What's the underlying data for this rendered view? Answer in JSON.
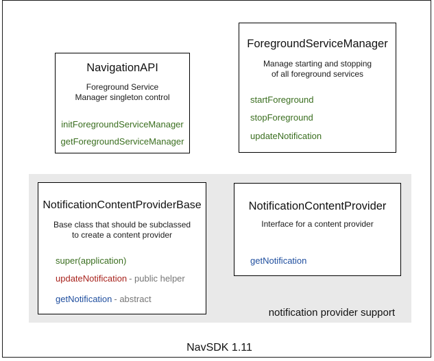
{
  "diagram": {
    "footer": "NavSDK 1.11",
    "panel_caption": "notification provider support"
  },
  "colors": {
    "method_green": "#3a6e1f",
    "method_red": "#a8231d",
    "method_blue": "#1f4e9e",
    "annotation_gray": "#757575",
    "panel_bg": "#e9e9e9",
    "box_border": "#000000"
  },
  "boxes": {
    "navigation_api": {
      "title": "NavigationAPI",
      "desc": [
        "Foreground Service",
        "Manager singleton control"
      ],
      "methods": [
        {
          "label": "initForegroundServiceManager"
        },
        {
          "label": "getForegroundServiceManager"
        }
      ]
    },
    "foreground_service_manager": {
      "title": "ForegroundServiceManager",
      "desc": [
        "Manage starting and stopping",
        "of all foreground services"
      ],
      "methods": [
        {
          "label": "startForeground"
        },
        {
          "label": "stopForeground"
        },
        {
          "label": "updateNotification"
        }
      ]
    },
    "notification_content_provider_base": {
      "title": "NotificationContentProviderBase",
      "desc": [
        "Base class that should be subclassed",
        "to create a content provider"
      ],
      "methods": [
        {
          "label": "super(application)",
          "suffix": ""
        },
        {
          "label": "updateNotification",
          "suffix": "- public helper"
        },
        {
          "label": "getNotification",
          "suffix": "- abstract"
        }
      ]
    },
    "notification_content_provider": {
      "title": "NotificationContentProvider",
      "desc": [
        "Interface for a content provider"
      ],
      "methods": [
        {
          "label": "getNotification"
        }
      ]
    }
  }
}
